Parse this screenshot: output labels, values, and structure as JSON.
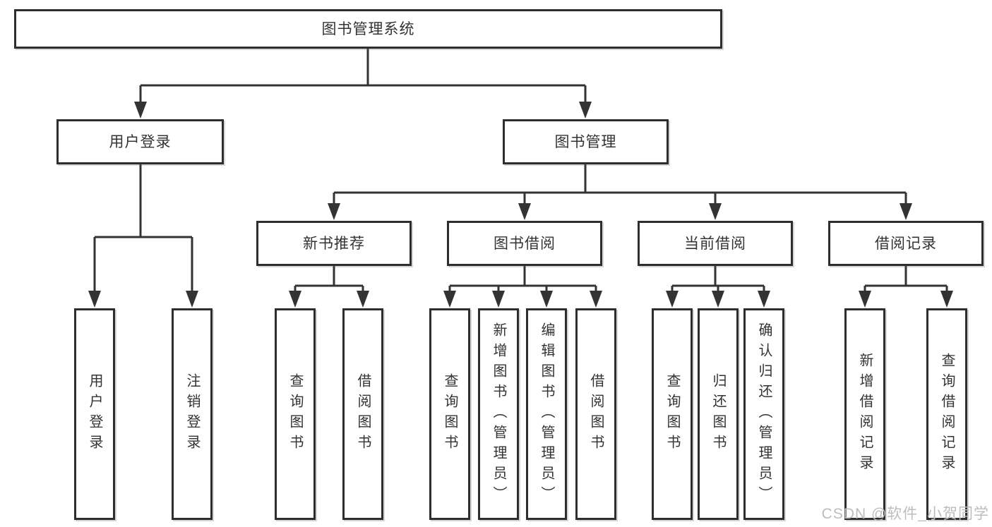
{
  "diagram_type": "hierarchy-tree",
  "colors": {
    "line": "#333333",
    "box_border": "#2e2e2e",
    "box_fill": "#ffffff",
    "text": "#333333",
    "watermark_text_color": "#bdbdbd",
    "background": "#ffffff"
  },
  "tree": {
    "label": "图书管理系统",
    "children": [
      {
        "label": "用户登录",
        "children": [
          {
            "label": "用户登录"
          },
          {
            "label": "注销登录"
          }
        ]
      },
      {
        "label": "图书管理",
        "children": [
          {
            "label": "新书推荐",
            "children": [
              {
                "label": "查询图书"
              },
              {
                "label": "借阅图书"
              }
            ]
          },
          {
            "label": "图书借阅",
            "children": [
              {
                "label": "查询图书"
              },
              {
                "label": "新增图书（管理员）"
              },
              {
                "label": "编辑图书（管理员）"
              },
              {
                "label": "借阅图书"
              }
            ]
          },
          {
            "label": "当前借阅",
            "children": [
              {
                "label": "查询图书"
              },
              {
                "label": "归还图书"
              },
              {
                "label": "确认归还（管理员）"
              }
            ]
          },
          {
            "label": "借阅记录",
            "children": [
              {
                "label": "新增借阅记录"
              },
              {
                "label": "查询借阅记录"
              }
            ]
          }
        ]
      }
    ]
  },
  "watermark": {
    "text": "CSDN @软件_小贺同学"
  }
}
